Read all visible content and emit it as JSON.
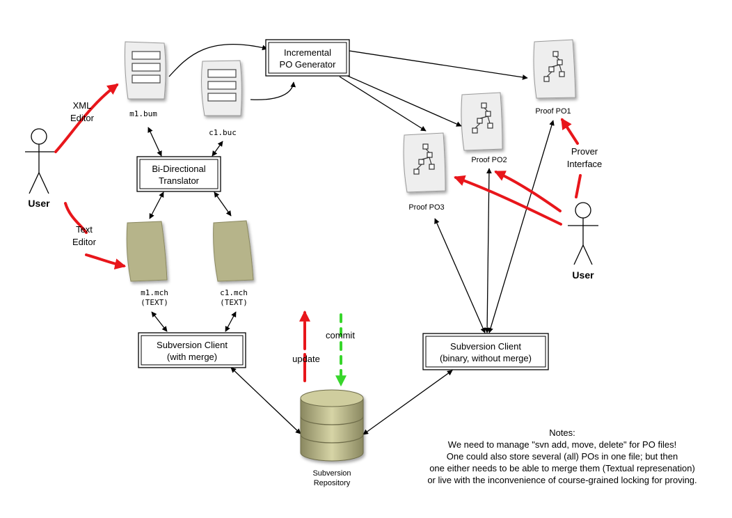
{
  "boxes": {
    "po_generator": [
      "Incremental",
      "PO Generator"
    ],
    "translator": [
      "Bi-Directional",
      "Translator"
    ],
    "svn_left": [
      "Subversion Client",
      "(with merge)"
    ],
    "svn_right": [
      "Subversion Client",
      "(binary, without merge)"
    ]
  },
  "files": {
    "m1_bum": "m1.bum",
    "c1_buc": "c1.buc",
    "m1_mch": [
      "m1.mch",
      "(TEXT)"
    ],
    "c1_mch": [
      "c1.mch",
      "(TEXT)"
    ],
    "proof_po1": "Proof PO1",
    "proof_po2": "Proof PO2",
    "proof_po3": "Proof PO3"
  },
  "actors": {
    "left_user": "User",
    "right_user": "User"
  },
  "edge_labels": {
    "xml_editor": [
      "XML",
      "Editor"
    ],
    "text_editor": [
      "Text",
      "Editor"
    ],
    "prover_interface": [
      "Prover",
      "Interface"
    ],
    "update": "update",
    "commit": "commit"
  },
  "repository": [
    "Subversion",
    "Repository"
  ],
  "notes": {
    "title": "Notes:",
    "lines": [
      "We need to manage \"svn add, move, delete\" for PO files!",
      "One could also store several (all) POs in one file; but then",
      "one either needs to be able to merge them (Textual represenation)",
      "or live with the inconvenience of course-grained locking for proving."
    ]
  },
  "colors": {
    "user_action": "#e8161b",
    "commit": "#37d62b",
    "text_file": "#b6b48a",
    "doc_page": "#eeeeee"
  }
}
